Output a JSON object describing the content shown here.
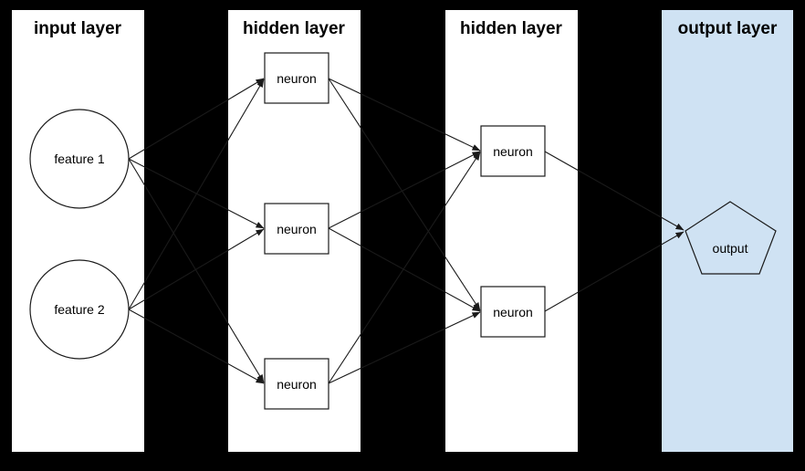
{
  "diagram": {
    "type": "neural-network",
    "colors": {
      "background": "#000000",
      "panel": "#ffffff",
      "output_panel": "#cfe2f3",
      "stroke": "#1a1a1a",
      "text": "#000000"
    },
    "layers": [
      {
        "title": "input layer",
        "panel_color": "#ffffff",
        "nodes": [
          {
            "id": "feature1",
            "label": "feature 1",
            "shape": "circle"
          },
          {
            "id": "feature2",
            "label": "feature 2",
            "shape": "circle"
          }
        ]
      },
      {
        "title": "hidden layer",
        "panel_color": "#ffffff",
        "nodes": [
          {
            "id": "h1n1",
            "label": "neuron",
            "shape": "rectangle"
          },
          {
            "id": "h1n2",
            "label": "neuron",
            "shape": "rectangle"
          },
          {
            "id": "h1n3",
            "label": "neuron",
            "shape": "rectangle"
          }
        ]
      },
      {
        "title": "hidden layer",
        "panel_color": "#ffffff",
        "nodes": [
          {
            "id": "h2n1",
            "label": "neuron",
            "shape": "rectangle"
          },
          {
            "id": "h2n2",
            "label": "neuron",
            "shape": "rectangle"
          }
        ]
      },
      {
        "title": "output layer",
        "panel_color": "#cfe2f3",
        "nodes": [
          {
            "id": "output",
            "label": "output",
            "shape": "pentagon"
          }
        ]
      }
    ],
    "connections": [
      {
        "from": "feature1",
        "to": "h1n1"
      },
      {
        "from": "feature1",
        "to": "h1n2"
      },
      {
        "from": "feature1",
        "to": "h1n3"
      },
      {
        "from": "feature2",
        "to": "h1n1"
      },
      {
        "from": "feature2",
        "to": "h1n2"
      },
      {
        "from": "feature2",
        "to": "h1n3"
      },
      {
        "from": "h1n1",
        "to": "h2n1"
      },
      {
        "from": "h1n1",
        "to": "h2n2"
      },
      {
        "from": "h1n2",
        "to": "h2n1"
      },
      {
        "from": "h1n2",
        "to": "h2n2"
      },
      {
        "from": "h1n3",
        "to": "h2n1"
      },
      {
        "from": "h1n3",
        "to": "h2n2"
      },
      {
        "from": "h2n1",
        "to": "output"
      },
      {
        "from": "h2n2",
        "to": "output"
      }
    ]
  }
}
